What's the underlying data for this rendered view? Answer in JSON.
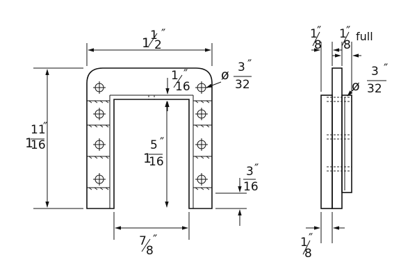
{
  "dimensions": {
    "overall_width": {
      "whole": "1",
      "num": "1",
      "den": "2",
      "inch": "″"
    },
    "overall_height": {
      "whole": "1",
      "num": "11",
      "den": "16",
      "inch": "″"
    },
    "top_thickness": {
      "num": "1",
      "den": "16",
      "inch": "″"
    },
    "hole_diameter_front": {
      "prefix": "ø",
      "num": "3",
      "den": "32",
      "inch": "″"
    },
    "slot_depth": {
      "whole": "1",
      "num": "5",
      "den": "16",
      "inch": "″"
    },
    "bottom_offset": {
      "num": "3",
      "den": "16",
      "inch": "″"
    },
    "slot_width": {
      "num": "7",
      "den": "8",
      "inch": "″"
    },
    "side_plate_thickness": {
      "num": "1",
      "den": "8",
      "inch": "″"
    },
    "side_flange_thickness": {
      "num": "1",
      "den": "8",
      "inch": "″",
      "suffix": "full"
    },
    "hole_diameter_side": {
      "prefix": "ø",
      "num": "3",
      "den": "32",
      "inch": "″"
    },
    "side_bottom_thickness": {
      "num": "1",
      "den": "8",
      "inch": "″"
    }
  }
}
